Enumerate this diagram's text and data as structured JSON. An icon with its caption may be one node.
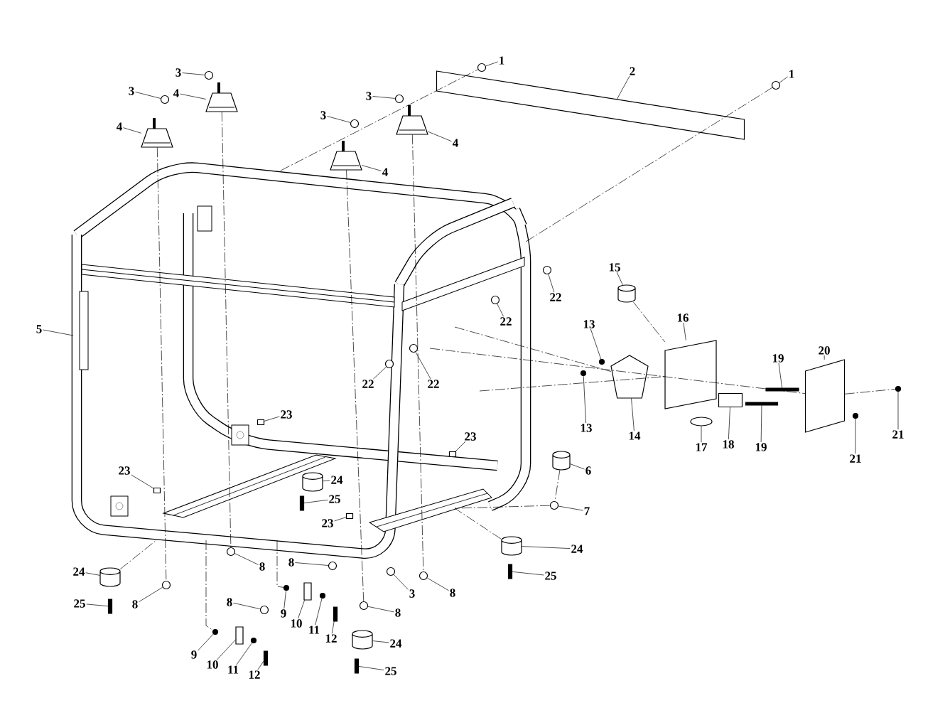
{
  "diagram": {
    "nodes": [
      {
        "text": [
          "1"
        ]
      },
      {
        "text": [
          "2"
        ]
      },
      {
        "text": [
          "1"
        ]
      },
      {
        "text": [
          "3"
        ]
      },
      {
        "text": [
          "3"
        ]
      },
      {
        "text": [
          "3"
        ]
      },
      {
        "text": [
          "4"
        ]
      },
      {
        "text": [
          "3"
        ]
      },
      {
        "text": [
          "4"
        ]
      },
      {
        "text": [
          "4"
        ]
      },
      {
        "text": [
          "4"
        ]
      },
      {
        "text": [
          "15"
        ]
      },
      {
        "text": [
          "22"
        ]
      },
      {
        "text": [
          "16"
        ]
      },
      {
        "text": [
          "22"
        ]
      },
      {
        "text": [
          "13"
        ]
      },
      {
        "text": [
          "5"
        ]
      },
      {
        "text": [
          "20"
        ]
      },
      {
        "text": [
          "19"
        ]
      },
      {
        "text": [
          "22"
        ]
      },
      {
        "text": [
          "22"
        ]
      },
      {
        "text": [
          "23"
        ]
      },
      {
        "text": [
          "13"
        ]
      },
      {
        "text": [
          "21"
        ]
      },
      {
        "text": [
          "23"
        ]
      },
      {
        "text": [
          "14"
        ]
      },
      {
        "text": [
          "18"
        ]
      },
      {
        "text": [
          "17"
        ]
      },
      {
        "text": [
          "19"
        ]
      },
      {
        "text": [
          "21"
        ]
      },
      {
        "text": [
          "23"
        ]
      },
      {
        "text": [
          "6"
        ]
      },
      {
        "text": [
          "24"
        ]
      },
      {
        "text": [
          "25"
        ]
      },
      {
        "text": [
          "7"
        ]
      },
      {
        "text": [
          "23"
        ]
      },
      {
        "text": [
          "24"
        ]
      },
      {
        "text": [
          "8"
        ]
      },
      {
        "text": [
          "8"
        ]
      },
      {
        "text": [
          "24"
        ]
      },
      {
        "text": [
          "25"
        ]
      },
      {
        "text": [
          "3"
        ]
      },
      {
        "text": [
          "8"
        ]
      },
      {
        "text": [
          "8"
        ]
      },
      {
        "text": [
          "25"
        ]
      },
      {
        "text": [
          "8"
        ]
      },
      {
        "text": [
          "8"
        ]
      },
      {
        "text": [
          "9"
        ]
      },
      {
        "text": [
          "10"
        ]
      },
      {
        "text": [
          "11"
        ]
      },
      {
        "text": [
          "12"
        ]
      },
      {
        "text": [
          "24"
        ]
      },
      {
        "text": [
          "9"
        ]
      },
      {
        "text": [
          "10"
        ]
      },
      {
        "text": [
          "11"
        ]
      },
      {
        "text": [
          "12"
        ]
      },
      {
        "text": [
          "25"
        ]
      },
      {
        "text": [],
        "shape": "circle"
      },
      {
        "text": [],
        "shape": "circle"
      },
      {
        "text": [],
        "shape": "circle"
      },
      {
        "text": [],
        "shape": "circle"
      },
      {
        "text": [],
        "shape": "circle"
      },
      {
        "text": [],
        "shape": "trapezoid"
      },
      {
        "text": [],
        "shape": "circle"
      },
      {
        "text": [],
        "shape": "trapezoid"
      },
      {
        "text": [],
        "shape": "trapezoid"
      },
      {
        "text": [],
        "shape": "trapezoid"
      },
      {
        "text": [],
        "shape": "cylinder"
      },
      {
        "text": [],
        "shape": "circle"
      },
      {
        "text": [],
        "shape": "circle"
      },
      {
        "text": [],
        "shape": "circle"
      },
      {
        "text": [],
        "shape": "bar"
      },
      {
        "text": [],
        "shape": "circle"
      },
      {
        "text": [],
        "shape": "circle"
      },
      {
        "text": [],
        "shape": "box"
      },
      {
        "text": [],
        "shape": "circle"
      },
      {
        "text": [],
        "shape": "circle"
      },
      {
        "text": [],
        "shape": "box"
      },
      {
        "text": [],
        "shape": "box"
      },
      {
        "text": [],
        "shape": "ellipse"
      },
      {
        "text": [],
        "shape": "bar"
      },
      {
        "text": [],
        "shape": "circle"
      },
      {
        "text": [],
        "shape": "box"
      },
      {
        "text": [],
        "shape": "cylinder"
      },
      {
        "text": [],
        "shape": "cylinder"
      },
      {
        "text": [],
        "shape": "bar"
      },
      {
        "text": [],
        "shape": "circle"
      },
      {
        "text": [],
        "shape": "box"
      },
      {
        "text": [],
        "shape": "cylinder"
      },
      {
        "text": [],
        "shape": "circle"
      },
      {
        "text": [],
        "shape": "circle"
      },
      {
        "text": [],
        "shape": "cylinder"
      },
      {
        "text": [],
        "shape": "bar"
      },
      {
        "text": [],
        "shape": "circle"
      },
      {
        "text": [],
        "shape": "circle"
      },
      {
        "text": [],
        "shape": "circle"
      },
      {
        "text": [],
        "shape": "bar"
      },
      {
        "text": [],
        "shape": "circle"
      },
      {
        "text": [],
        "shape": "circle"
      },
      {
        "text": [],
        "shape": "circle"
      },
      {
        "text": [],
        "shape": "box"
      },
      {
        "text": [],
        "shape": "circle"
      },
      {
        "text": [],
        "shape": "bar"
      },
      {
        "text": [],
        "shape": "cylinder"
      },
      {
        "text": [],
        "shape": "circle"
      },
      {
        "text": [],
        "shape": "box"
      },
      {
        "text": [],
        "shape": "circle"
      },
      {
        "text": [],
        "shape": "bar"
      },
      {
        "text": [],
        "shape": "bar"
      },
      {
        "text": [],
        "shape": "bar"
      },
      {
        "text": [],
        "shape": "box"
      },
      {
        "text": [],
        "shape": "pentagon"
      },
      {
        "text": [],
        "shape": "box"
      }
    ],
    "edges": [
      {
        "from": 0,
        "to": 57,
        "arrow": "none"
      },
      {
        "from": 1,
        "to": 109,
        "arrow": "none"
      },
      {
        "from": 2,
        "to": 58,
        "arrow": "none"
      },
      {
        "from": 3,
        "to": 59,
        "arrow": "none"
      },
      {
        "from": 4,
        "to": 60,
        "arrow": "none"
      },
      {
        "from": 5,
        "to": 61,
        "arrow": "none"
      },
      {
        "from": 6,
        "to": 62,
        "arrow": "none"
      },
      {
        "from": 7,
        "to": 63,
        "arrow": "none"
      },
      {
        "from": 8,
        "to": 64,
        "arrow": "none"
      },
      {
        "from": 9,
        "to": 65,
        "arrow": "none"
      },
      {
        "from": 10,
        "to": 66,
        "arrow": "none"
      },
      {
        "from": 11,
        "to": 67,
        "arrow": "none"
      },
      {
        "from": 12,
        "to": 68,
        "arrow": "none"
      },
      {
        "from": 13,
        "to": 110,
        "arrow": "none"
      },
      {
        "from": 14,
        "to": 69,
        "arrow": "none"
      },
      {
        "from": 15,
        "to": 70,
        "arrow": "none"
      },
      {
        "from": 16,
        "to": null,
        "arrow": "none"
      },
      {
        "from": 17,
        "to": 112,
        "arrow": "none"
      },
      {
        "from": 18,
        "to": 71,
        "arrow": "none"
      },
      {
        "from": 19,
        "to": 72,
        "arrow": "none"
      },
      {
        "from": 20,
        "to": 73,
        "arrow": "none"
      },
      {
        "from": 21,
        "to": 74,
        "arrow": "none"
      },
      {
        "from": 22,
        "to": 75,
        "arrow": "none"
      },
      {
        "from": 23,
        "to": 76,
        "arrow": "none"
      },
      {
        "from": 24,
        "to": 77,
        "arrow": "none"
      },
      {
        "from": 25,
        "to": 111,
        "arrow": "none"
      },
      {
        "from": 26,
        "to": 78,
        "arrow": "none"
      },
      {
        "from": 27,
        "to": 79,
        "arrow": "none"
      },
      {
        "from": 28,
        "to": 80,
        "arrow": "none"
      },
      {
        "from": 29,
        "to": 81,
        "arrow": "none"
      },
      {
        "from": 30,
        "to": 82,
        "arrow": "none"
      },
      {
        "from": 31,
        "to": 83,
        "arrow": "none"
      },
      {
        "from": 32,
        "to": 84,
        "arrow": "none"
      },
      {
        "from": 33,
        "to": 85,
        "arrow": "none"
      },
      {
        "from": 34,
        "to": 86,
        "arrow": "none"
      },
      {
        "from": 35,
        "to": 87,
        "arrow": "none"
      },
      {
        "from": 36,
        "to": 88,
        "arrow": "none"
      },
      {
        "from": 37,
        "to": 89,
        "arrow": "none"
      },
      {
        "from": 38,
        "to": 90,
        "arrow": "none"
      },
      {
        "from": 39,
        "to": 91,
        "arrow": "none"
      },
      {
        "from": 40,
        "to": 92,
        "arrow": "none"
      },
      {
        "from": 41,
        "to": 93,
        "arrow": "none"
      },
      {
        "from": 42,
        "to": 94,
        "arrow": "none"
      },
      {
        "from": 43,
        "to": 95,
        "arrow": "none"
      },
      {
        "from": 44,
        "to": 96,
        "arrow": "none"
      },
      {
        "from": 45,
        "to": 97,
        "arrow": "none"
      },
      {
        "from": 46,
        "to": 98,
        "arrow": "none"
      },
      {
        "from": 47,
        "to": 99,
        "arrow": "none"
      },
      {
        "from": 48,
        "to": 100,
        "arrow": "none"
      },
      {
        "from": 49,
        "to": 101,
        "arrow": "none"
      },
      {
        "from": 50,
        "to": 102,
        "arrow": "none"
      },
      {
        "from": 51,
        "to": 103,
        "arrow": "none"
      },
      {
        "from": 52,
        "to": 104,
        "arrow": "none"
      },
      {
        "from": 53,
        "to": 105,
        "arrow": "none"
      },
      {
        "from": 54,
        "to": 106,
        "arrow": "none"
      },
      {
        "from": 55,
        "to": 107,
        "arrow": "none"
      },
      {
        "from": 56,
        "to": 108,
        "arrow": "none"
      },
      {
        "from": 64,
        "to": 95,
        "arrow": "none",
        "style": "dashed"
      },
      {
        "from": 62,
        "to": 89,
        "arrow": "none",
        "style": "dashed"
      },
      {
        "from": 66,
        "to": 98,
        "arrow": "none",
        "style": "dashed"
      },
      {
        "from": 65,
        "to": 94,
        "arrow": "none",
        "style": "dashed"
      },
      {
        "from": null,
        "to": 57,
        "arrow": "none",
        "style": "dashed"
      },
      {
        "from": null,
        "to": 58,
        "arrow": "none",
        "style": "dashed"
      },
      {
        "from": null,
        "to": 111,
        "arrow": "none",
        "style": "dashed"
      },
      {
        "from": null,
        "to": 112,
        "arrow": "none",
        "style": "dashed"
      },
      {
        "from": null,
        "to": 110,
        "arrow": "none",
        "style": "dashed"
      },
      {
        "from": 112,
        "to": 76,
        "arrow": "none",
        "style": "dashed"
      },
      {
        "from": 67,
        "to": 110,
        "arrow": "none",
        "style": "dashed"
      },
      {
        "from": 83,
        "to": 86,
        "arrow": "none",
        "style": "dashed"
      },
      {
        "from": 86,
        "to": 88,
        "arrow": "none",
        "style": "dashed"
      },
      {
        "from": 91,
        "to": null,
        "arrow": "none",
        "style": "dashed"
      },
      {
        "from": null,
        "to": 104,
        "arrow": "none",
        "style": "dashed"
      },
      {
        "from": null,
        "to": 99,
        "arrow": "none",
        "style": "dashed"
      }
    ]
  }
}
